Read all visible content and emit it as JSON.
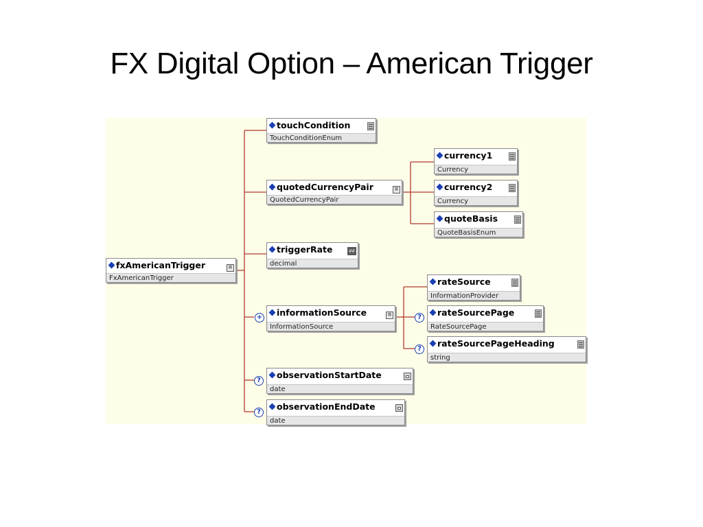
{
  "slide": {
    "title": "FX Digital Option – American Trigger"
  },
  "diagram": {
    "root": {
      "name": "fxAmericanTrigger",
      "type": "FxAmericanTrigger"
    },
    "touchCondition": {
      "name": "touchCondition",
      "type": "TouchConditionEnum"
    },
    "quotedCurrencyPair": {
      "name": "quotedCurrencyPair",
      "type": "QuotedCurrencyPair"
    },
    "currency1": {
      "name": "currency1",
      "type": "Currency"
    },
    "currency2": {
      "name": "currency2",
      "type": "Currency"
    },
    "quoteBasis": {
      "name": "quoteBasis",
      "type": "QuoteBasisEnum"
    },
    "triggerRate": {
      "name": "triggerRate",
      "type": "decimal"
    },
    "informationSource": {
      "name": "informationSource",
      "type": "InformationSource"
    },
    "rateSource": {
      "name": "rateSource",
      "type": "InformationProvider"
    },
    "rateSourcePage": {
      "name": "rateSourcePage",
      "type": "RateSourcePage"
    },
    "rateSourcePageHeading": {
      "name": "rateSourcePageHeading",
      "type": "string"
    },
    "observationStartDate": {
      "name": "observationStartDate",
      "type": "date"
    },
    "observationEndDate": {
      "name": "observationEndDate",
      "type": "date"
    },
    "colors": {
      "connector": "#b03a2e",
      "canvas": "#fefde8",
      "element_marker": "#1a3fb0"
    },
    "icons": {
      "sequence": "sequence-compositor-icon",
      "documentation": "documentation-icon",
      "optional": "optional-marker-icon",
      "expand": "expand-plus-icon"
    }
  }
}
